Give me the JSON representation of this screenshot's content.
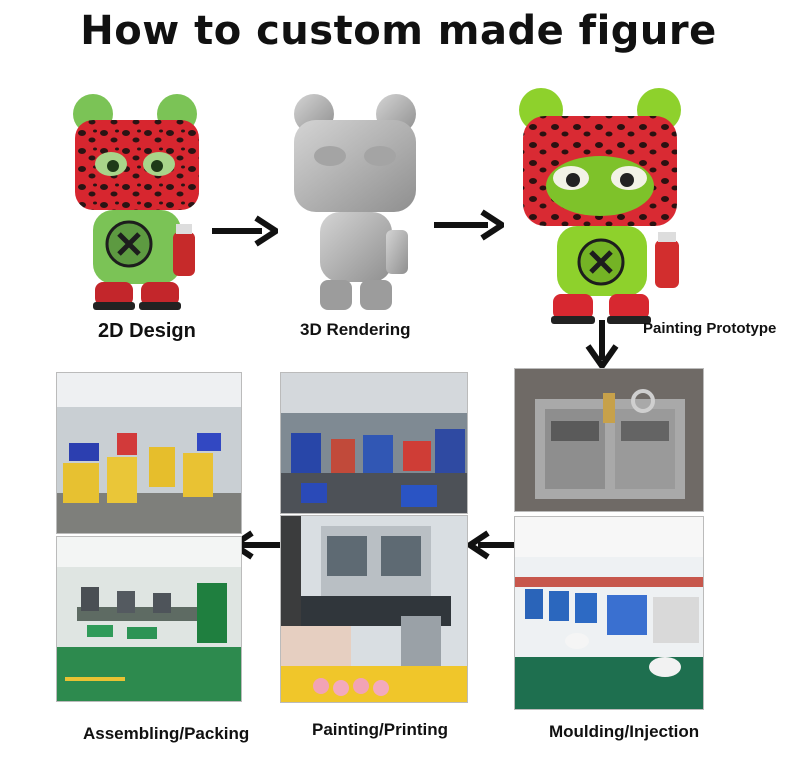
{
  "title": "How to custom made figure",
  "steps": {
    "design2d": "2D Design",
    "render3d": "3D Rendering",
    "prototype": "Painting Prototype",
    "moulding": "Moulding/Injection",
    "printing": "Painting/Printing",
    "assembling": "Assembling/Packing"
  },
  "colors": {
    "leopard_red": "#d7262f",
    "leopard_spot": "#2a1414",
    "green": "#7bc356",
    "bright_green": "#8ed12c",
    "gray_model": "#b5b5b5"
  }
}
